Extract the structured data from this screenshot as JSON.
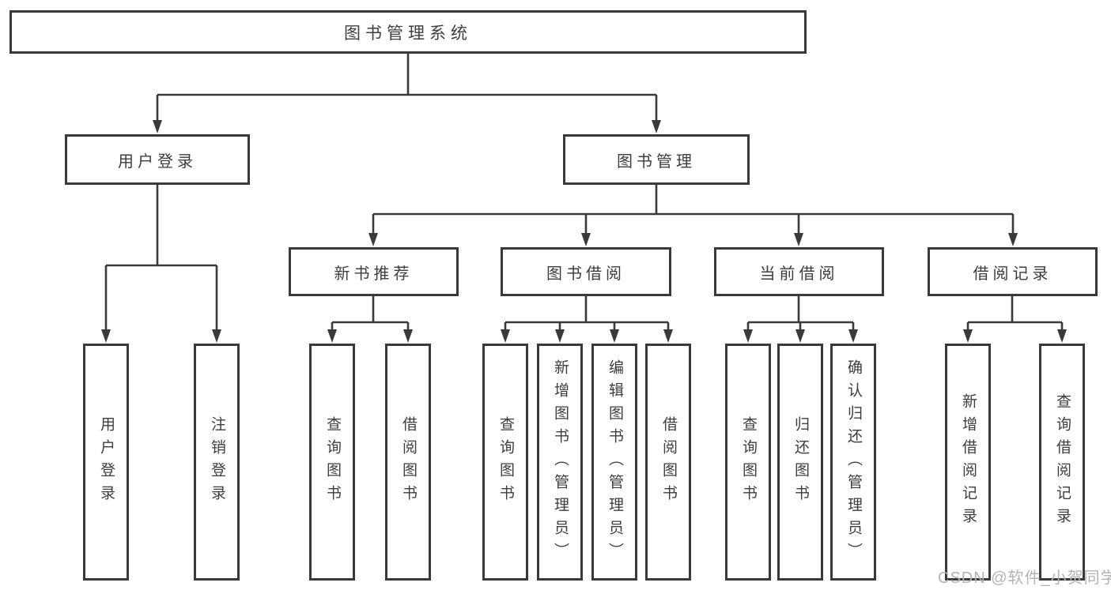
{
  "diagram": {
    "root": {
      "label": "图书管理系统"
    },
    "level2": [
      {
        "label": "用户登录"
      },
      {
        "label": "图书管理"
      }
    ],
    "level3": [
      {
        "label": "新书推荐"
      },
      {
        "label": "图书借阅"
      },
      {
        "label": "当前借阅"
      },
      {
        "label": "借阅记录"
      }
    ],
    "leaves": {
      "user_login": [
        "用户登录",
        "注销登录"
      ],
      "new_book": [
        "查询图书",
        "借阅图书"
      ],
      "book_borrow": [
        "查询图书",
        "新增图书（管理员）",
        "编辑图书（管理员）",
        "借阅图书"
      ],
      "current_borrow": [
        "查询图书",
        "归还图书",
        "确认归还（管理员）"
      ],
      "borrow_record": [
        "新增借阅记录",
        "查询借阅记录"
      ]
    }
  },
  "watermark": {
    "text": "CSDN @软件_小贺同学"
  },
  "colors": {
    "line": "#3a3a3a",
    "text": "#3d3d3d",
    "watermark": "#b3b3b3"
  }
}
